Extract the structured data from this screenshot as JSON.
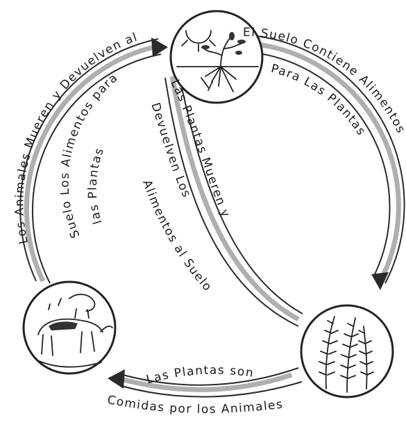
{
  "labels": {
    "soil_to_fern": "El Suelo Contiene Alimentos",
    "soil_to_fern_2": "Para Las Plantas",
    "animals_to_soil": "Los Animales Mueren y Devuelven al",
    "animals_to_soil_2": "Suelo Los Alimentos para",
    "animals_to_soil_3": "las Plantas",
    "plants_die_1": "Las Plantas Mueren y",
    "plants_die_2": "Devuelven Los",
    "plants_die_3": "Alimentos al Suelo",
    "eaten_1": "Las Plantas son",
    "eaten_2": "Comidas por los Animales"
  },
  "nodes": {
    "top": "soil-with-plant",
    "right": "fern-plant",
    "left": "grazing-animals"
  }
}
